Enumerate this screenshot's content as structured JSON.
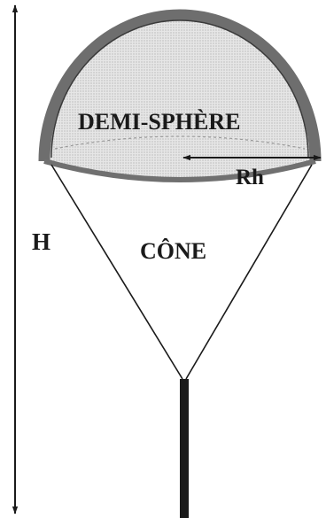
{
  "labels": {
    "hemisphere": "DEMI-SPHÈRE",
    "cone": "CÔNE",
    "height": "H",
    "radius": "Rh"
  },
  "colors": {
    "ink": "#1a1a1a",
    "shell": "#6e6e6e",
    "fill": "#e4e4e4",
    "dots": "#8c8c8c",
    "background": "#ffffff"
  }
}
